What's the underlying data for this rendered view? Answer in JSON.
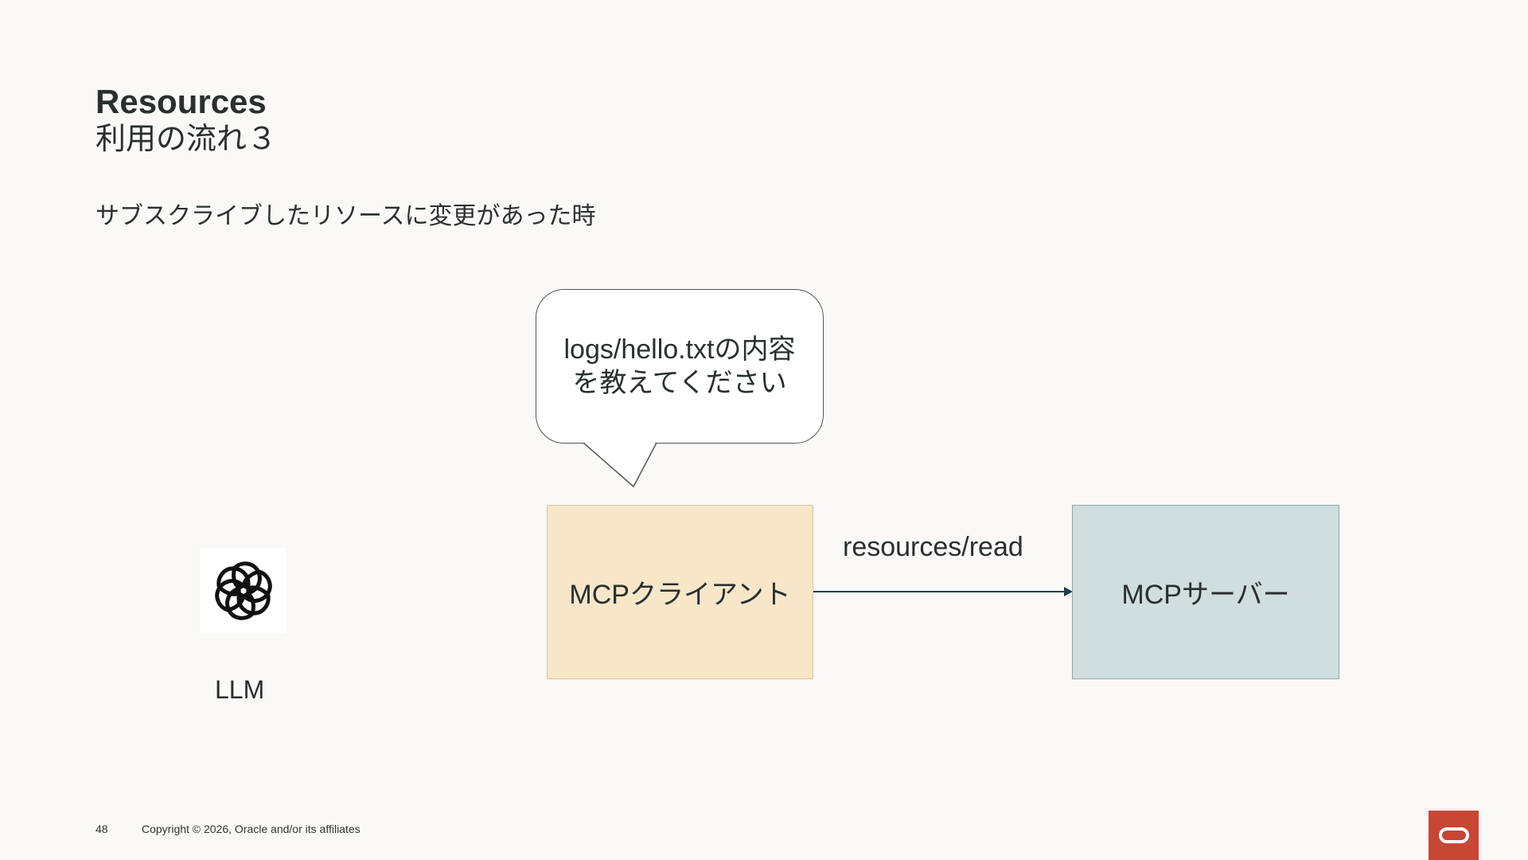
{
  "slide": {
    "title": "Resources",
    "subtitle": "利用の流れ３",
    "description": "サブスクライブしたリソースに変更があった時"
  },
  "diagram": {
    "bubble_text": "logs/hello.txtの内容\nを教えてください",
    "client_label": "MCPクライアント",
    "server_label": "MCPサーバー",
    "arrow_label": "resources/read",
    "llm_label": "LLM",
    "llm_icon": "openai-knot-icon"
  },
  "footer": {
    "page_number": "48",
    "copyright": "Copyright © 2026, Oracle and/or its affiliates",
    "logo_icon": "oracle-logo-icon"
  },
  "colors": {
    "background": "#faf9f7",
    "client_fill": "#f7e6c8",
    "server_fill": "#d0dedd",
    "arrow": "#1f3d4f",
    "brand_red": "#c74634"
  }
}
